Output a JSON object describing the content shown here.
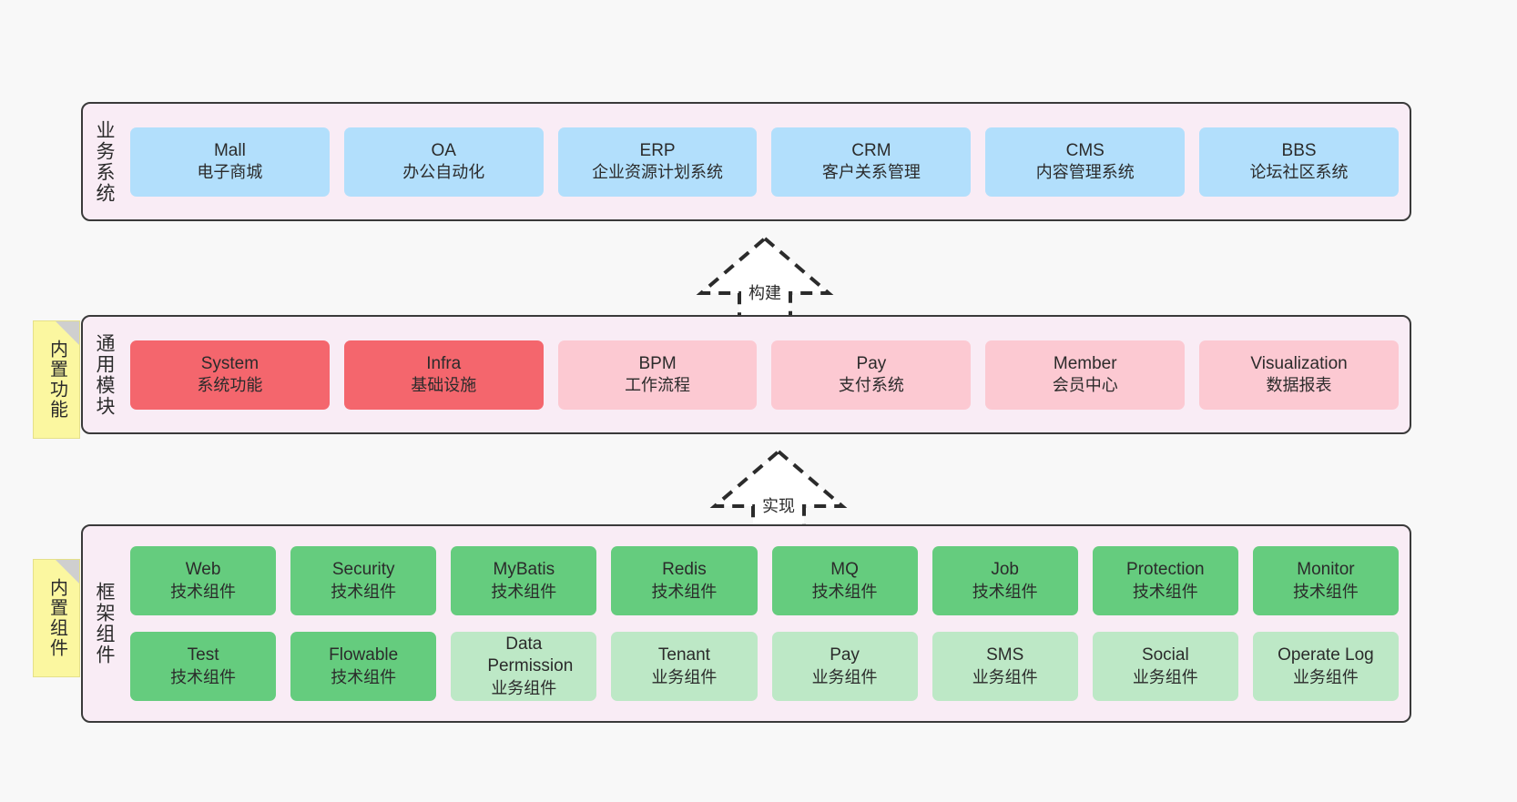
{
  "meta": {
    "background": "#f8f8f8",
    "panel_fill": "#f9ecf5",
    "panel_border": "#3a3a3a",
    "note_fill": "#fbf7a0"
  },
  "layers": [
    {
      "id": "business-systems",
      "title": "业务系统",
      "rows": [
        {
          "cards": [
            {
              "en": "Mall",
              "cn": "电子商城",
              "color": "#b2dffc",
              "style": "c-blue"
            },
            {
              "en": "OA",
              "cn": "办公自动化",
              "color": "#b2dffc",
              "style": "c-blue"
            },
            {
              "en": "ERP",
              "cn": "企业资源计划系统",
              "color": "#b2dffc",
              "style": "c-blue"
            },
            {
              "en": "CRM",
              "cn": "客户关系管理",
              "color": "#b2dffc",
              "style": "c-blue"
            },
            {
              "en": "CMS",
              "cn": "内容管理系统",
              "color": "#b2dffc",
              "style": "c-blue"
            },
            {
              "en": "BBS",
              "cn": "论坛社区系统",
              "color": "#b2dffc",
              "style": "c-blue"
            }
          ]
        }
      ]
    },
    {
      "id": "common-modules",
      "title": "通用模块",
      "note": "内置功能",
      "rows": [
        {
          "cards": [
            {
              "en": "System",
              "cn": "系统功能",
              "color": "#f4666d",
              "style": "c-red"
            },
            {
              "en": "Infra",
              "cn": "基础设施",
              "color": "#f4666d",
              "style": "c-red"
            },
            {
              "en": "BPM",
              "cn": "工作流程",
              "color": "#fcc9d2",
              "style": "c-pink"
            },
            {
              "en": "Pay",
              "cn": "支付系统",
              "color": "#fcc9d2",
              "style": "c-pink"
            },
            {
              "en": "Member",
              "cn": "会员中心",
              "color": "#fcc9d2",
              "style": "c-pink"
            },
            {
              "en": "Visualization",
              "cn": "数据报表",
              "color": "#fcc9d2",
              "style": "c-pink"
            }
          ]
        }
      ]
    },
    {
      "id": "framework-components",
      "title": "框架组件",
      "note": "内置组件",
      "rows": [
        {
          "cards": [
            {
              "en": "Web",
              "cn": "技术组件",
              "color": "#65cc7e",
              "style": "c-green"
            },
            {
              "en": "Security",
              "cn": "技术组件",
              "color": "#65cc7e",
              "style": "c-green"
            },
            {
              "en": "MyBatis",
              "cn": "技术组件",
              "color": "#65cc7e",
              "style": "c-green"
            },
            {
              "en": "Redis",
              "cn": "技术组件",
              "color": "#65cc7e",
              "style": "c-green"
            },
            {
              "en": "MQ",
              "cn": "技术组件",
              "color": "#65cc7e",
              "style": "c-green"
            },
            {
              "en": "Job",
              "cn": "技术组件",
              "color": "#65cc7e",
              "style": "c-green"
            },
            {
              "en": "Protection",
              "cn": "技术组件",
              "color": "#65cc7e",
              "style": "c-green"
            },
            {
              "en": "Monitor",
              "cn": "技术组件",
              "color": "#65cc7e",
              "style": "c-green"
            }
          ]
        },
        {
          "cards": [
            {
              "en": "Test",
              "cn": "技术组件",
              "color": "#65cc7e",
              "style": "c-green"
            },
            {
              "en": "Flowable",
              "cn": "技术组件",
              "color": "#65cc7e",
              "style": "c-green"
            },
            {
              "en": "Data Permission",
              "cn": "业务组件",
              "color": "#bde8c6",
              "style": "c-green-light"
            },
            {
              "en": "Tenant",
              "cn": "业务组件",
              "color": "#bde8c6",
              "style": "c-green-light"
            },
            {
              "en": "Pay",
              "cn": "业务组件",
              "color": "#bde8c6",
              "style": "c-green-light"
            },
            {
              "en": "SMS",
              "cn": "业务组件",
              "color": "#bde8c6",
              "style": "c-green-light"
            },
            {
              "en": "Social",
              "cn": "业务组件",
              "color": "#bde8c6",
              "style": "c-green-light"
            },
            {
              "en": "Operate Log",
              "cn": "业务组件",
              "color": "#bde8c6",
              "style": "c-green-light"
            }
          ]
        }
      ]
    }
  ],
  "arrows": [
    {
      "id": "arrow-build",
      "label": "构建"
    },
    {
      "id": "arrow-implement",
      "label": "实现"
    }
  ]
}
